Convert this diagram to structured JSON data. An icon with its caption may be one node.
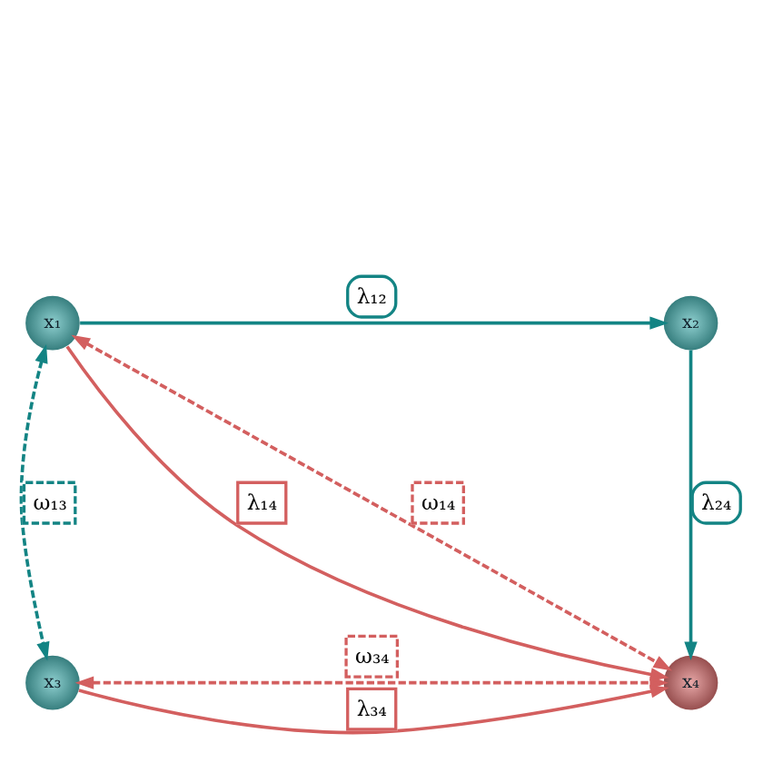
{
  "diagram": {
    "nodes": [
      {
        "text": [
          "x₁"
        ]
      },
      {
        "text": [
          "x₂"
        ]
      },
      {
        "text": [
          "x₃"
        ]
      },
      {
        "text": [
          "x₄"
        ]
      }
    ],
    "edges": [
      {
        "from": 0,
        "to": 1,
        "arrow": "to",
        "label": "λ₁₂",
        "color": "#138484"
      },
      {
        "from": 1,
        "to": 3,
        "arrow": "to",
        "label": "λ₂₄",
        "color": "#138484"
      },
      {
        "from": 0,
        "to": 3,
        "arrow": "to",
        "label": "λ₁₄"
      },
      {
        "from": 0,
        "to": 2,
        "arrow": "both",
        "label": "ω₁₃",
        "style": "dashed",
        "color": "#138484"
      },
      {
        "from": 0,
        "to": 3,
        "arrow": "both",
        "label": "ω₁₄",
        "style": "dashed"
      },
      {
        "from": 2,
        "to": 3,
        "arrow": "both",
        "label": "ω₃₄",
        "style": "dashed"
      },
      {
        "from": 2,
        "to": 3,
        "arrow": "to",
        "label": "λ₃₄"
      }
    ]
  }
}
